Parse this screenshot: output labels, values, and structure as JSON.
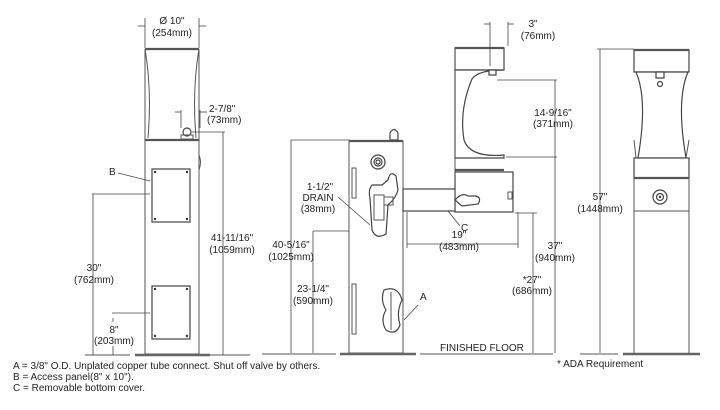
{
  "dimensions": {
    "diameter": {
      "in": "Ø 10\"",
      "mm": "(254mm)"
    },
    "bubbler_offset": {
      "in": "2-7/8\"",
      "mm": "(73mm)"
    },
    "panel_height": {
      "in": "30\"",
      "mm": "(762mm)"
    },
    "bottom_panel": {
      "in": "8\"",
      "mm": "(203mm)"
    },
    "pedestal_height": {
      "in": "41-11/16\"",
      "mm": "(1059mm)"
    },
    "drain": {
      "in": "1-1/2\"",
      "label": "DRAIN",
      "mm": "(38mm)"
    },
    "side_height": {
      "in": "40-5/16\"",
      "mm": "(1025mm)"
    },
    "supply_height": {
      "in": "23-1/4\"",
      "mm": "(590mm)"
    },
    "depth": {
      "in": "19\"",
      "mm": "(483mm)"
    },
    "nozzle_offset": {
      "in": "3\"",
      "mm": "(76mm)"
    },
    "filler_clearance": {
      "in": "14-9/16\"",
      "mm": "(371mm)"
    },
    "rim_height": {
      "in": "37\"",
      "mm": "(940mm)"
    },
    "ada_height": {
      "in": "*27\"",
      "mm": "(686mm)"
    },
    "overall_height": {
      "in": "57\"",
      "mm": "(1448mm)"
    }
  },
  "callouts": {
    "a": "A",
    "b": "B",
    "c": "C"
  },
  "floor_label": "FINISHED FLOOR",
  "ada_note": "* ADA Requirement",
  "legend": [
    "A = 3/8\" O.D. Unplated copper tube connect. Shut off valve by others.",
    "B = Access panel(8\" x 10\").",
    "C = Removable bottom cover."
  ]
}
